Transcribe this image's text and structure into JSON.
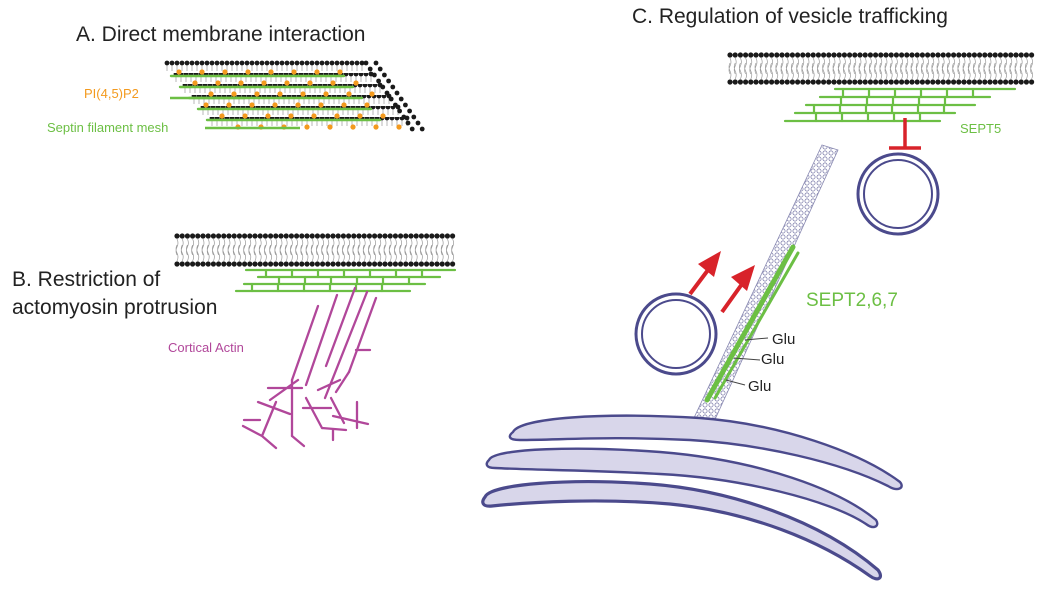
{
  "colors": {
    "septin": "#6cbf44",
    "pip2": "#f39a1e",
    "actin": "#b1479a",
    "arrow": "#d8232a",
    "vesicle": "#4b4a8c",
    "golgi_fill": "#d8d6ea",
    "golgi_stroke": "#4b4a8c",
    "lipid_head": "#1a1a1a"
  },
  "panel_a": {
    "title": "A. Direct membrane interaction",
    "pip2_label": "PI(4,5)P2",
    "septin_label": "Septin filament mesh"
  },
  "panel_b": {
    "title_line1": "B. Restriction of",
    "title_line2": "actomyosin protrusion",
    "actin_label": "Cortical Actin"
  },
  "panel_c": {
    "title": "C. Regulation of vesicle trafficking",
    "sept5_label": "SEPT5",
    "sept267_label": "SEPT2,6,7",
    "glu_labels": [
      "Glu",
      "Glu",
      "Glu"
    ]
  }
}
